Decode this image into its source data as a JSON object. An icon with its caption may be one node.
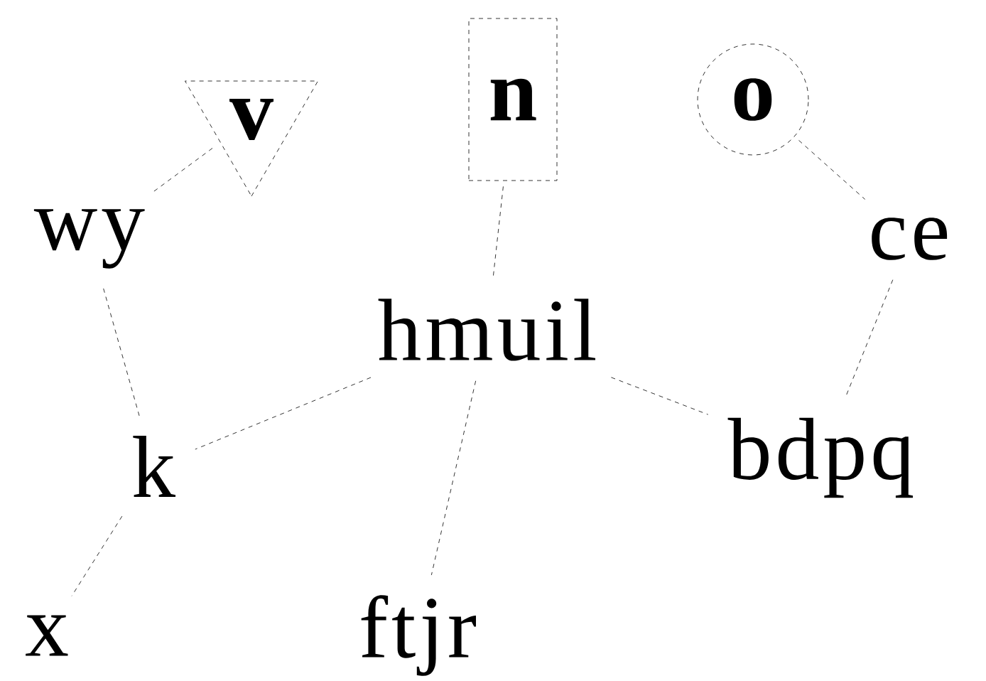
{
  "diagram": {
    "nodes": [
      {
        "text": [
          "v"
        ]
      },
      {
        "text": [
          "n"
        ]
      },
      {
        "text": [
          "o"
        ]
      },
      {
        "text": [
          "wy"
        ]
      },
      {
        "text": [
          "ce"
        ]
      },
      {
        "text": [
          "hmuil"
        ]
      },
      {
        "text": [
          "k"
        ]
      },
      {
        "text": [
          "bdpq"
        ]
      },
      {
        "text": [
          "x"
        ]
      },
      {
        "text": [
          "ftjr"
        ]
      }
    ],
    "edges": [
      {
        "from": 3,
        "to": 0,
        "arrow": "none",
        "style": "dashed"
      },
      {
        "from": 1,
        "to": 5,
        "arrow": "none",
        "style": "dashed"
      },
      {
        "from": 2,
        "to": 4,
        "arrow": "none",
        "style": "dashed"
      },
      {
        "from": 3,
        "to": 6,
        "arrow": "none",
        "style": "dashed"
      },
      {
        "from": 5,
        "to": 6,
        "arrow": "none",
        "style": "dashed"
      },
      {
        "from": 5,
        "to": 9,
        "arrow": "none",
        "style": "dashed"
      },
      {
        "from": 5,
        "to": 7,
        "arrow": "none",
        "style": "dashed"
      },
      {
        "from": 4,
        "to": 7,
        "arrow": "none",
        "style": "dashed"
      },
      {
        "from": 6,
        "to": 8,
        "arrow": "none",
        "style": "dashed"
      }
    ]
  }
}
